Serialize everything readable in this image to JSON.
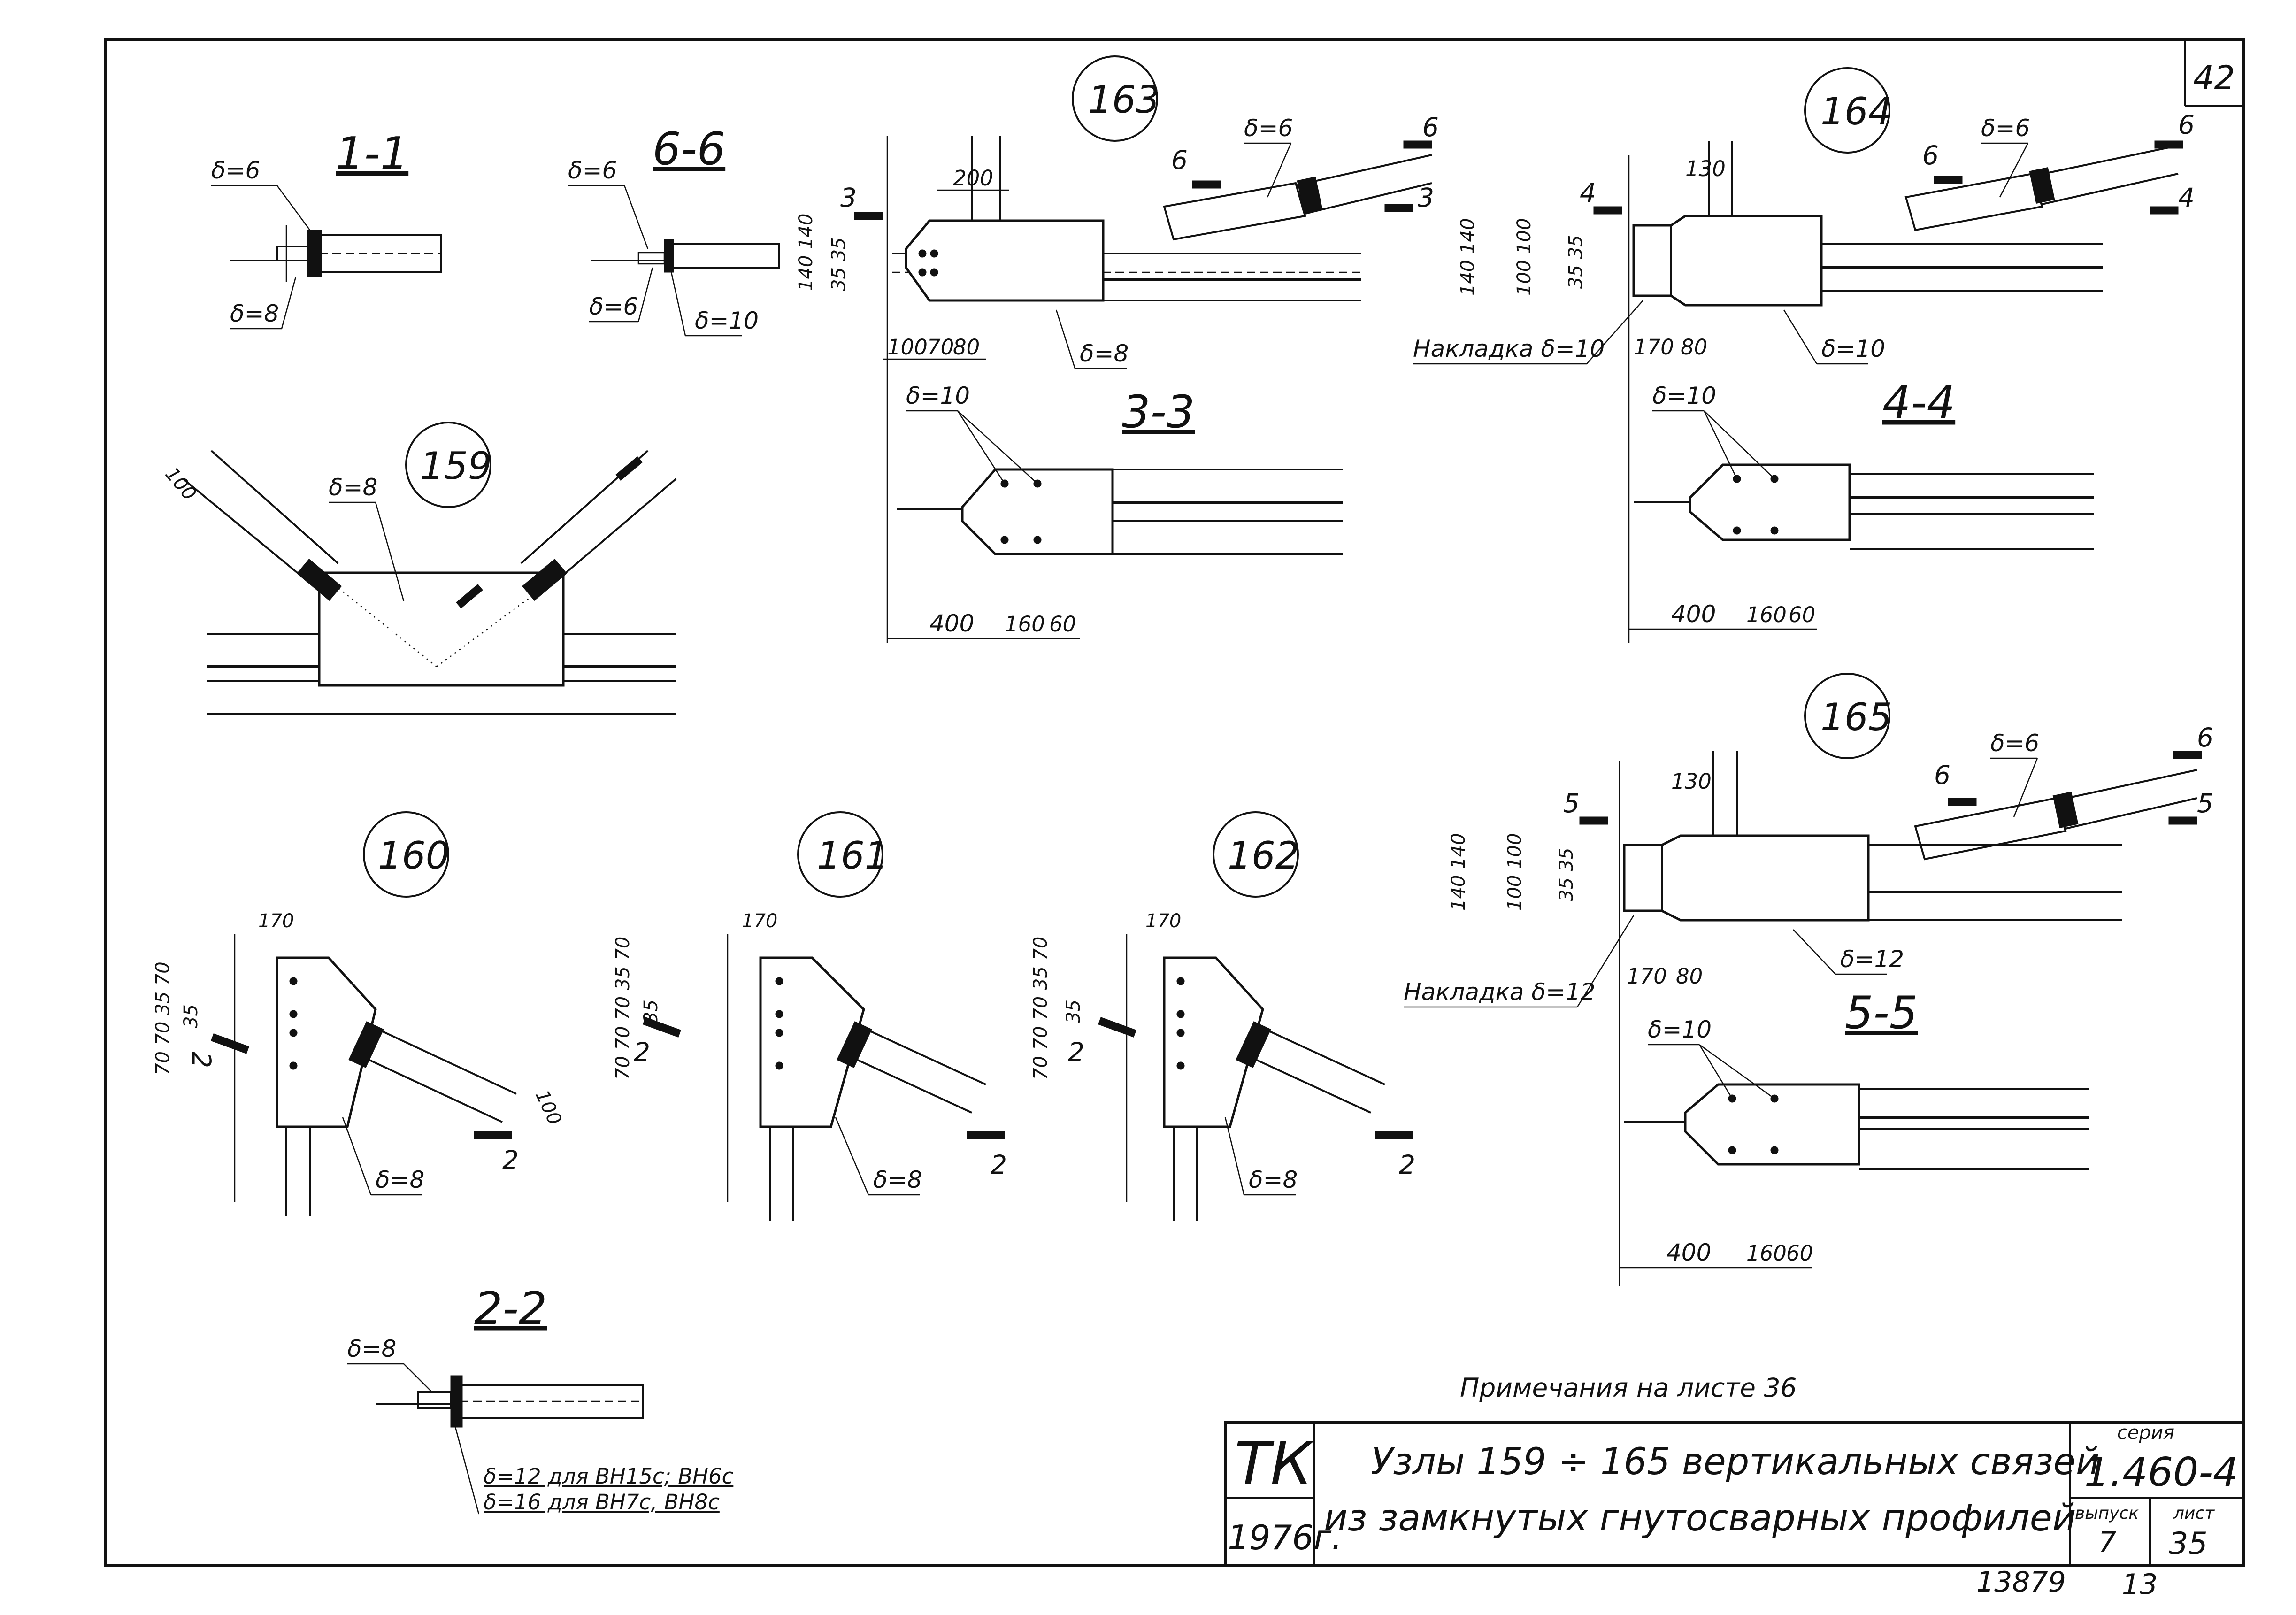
{
  "sheet_number": "42",
  "sections": {
    "s11": {
      "title": "1-1",
      "d_top": "δ=6",
      "d_bot": "δ=8"
    },
    "s66": {
      "title": "6-6",
      "d_top": "δ=6",
      "d_bot": "δ=6",
      "d_right": "δ=10"
    },
    "s33": {
      "title": "3-3",
      "d": "δ=10",
      "dims": [
        "400",
        "160",
        "60"
      ]
    },
    "s44": {
      "title": "4-4",
      "d": "δ=10",
      "dims": [
        "400",
        "160",
        "60"
      ]
    },
    "s55": {
      "title": "5-5",
      "d": "δ=10",
      "dims": [
        "400",
        "160",
        "60"
      ]
    },
    "s22": {
      "title": "2-2",
      "d_top": "δ=8",
      "note1": "δ=12 для ВН15с; ВН6с",
      "note2": "δ=16 для ВН7с, ВН8с"
    }
  },
  "nodes": {
    "n159": {
      "id": "159",
      "d": "δ=8",
      "dim": "100"
    },
    "n160": {
      "id": "160",
      "d": "δ=8",
      "top": "170",
      "vdims": "70 70 35 70",
      "vdim2": "35",
      "dim": "100",
      "cut": "2"
    },
    "n161": {
      "id": "161",
      "d": "δ=8",
      "top": "170",
      "vdims": "70 70 70 35 70",
      "vdim2": "35",
      "cut": "2"
    },
    "n162": {
      "id": "162",
      "d": "δ=8",
      "top": "170",
      "vdims": "70 70 70 35 70",
      "vdim2": "35",
      "cut": "2"
    },
    "n163": {
      "id": "163",
      "d_brace": "δ=6",
      "d_bot": "δ=8",
      "top": "200",
      "vdims": "140 140",
      "vdims2": "35 35",
      "bdims": [
        "100",
        "70",
        "80"
      ],
      "cut3": "3",
      "cut6": "6"
    },
    "n164": {
      "id": "164",
      "d_brace": "δ=6",
      "d_bot": "δ=10",
      "top": "130",
      "vdims": "140 140",
      "vdims2": "100 100",
      "vdims3": "35 35",
      "bdims": [
        "170",
        "80"
      ],
      "overlay": "Накладка δ=10",
      "cut4": "4",
      "cut6": "6"
    },
    "n165": {
      "id": "165",
      "d_brace": "δ=6",
      "d_bot": "δ=12",
      "top": "130",
      "vdims": "140 140",
      "vdims2": "100 100",
      "vdims3": "35 35",
      "bdims": [
        "170",
        "80"
      ],
      "overlay": "Накладка δ=12",
      "cut5": "5",
      "cut6": "6"
    }
  },
  "note": "Примечания на листе 36",
  "title_block": {
    "org": "ТК",
    "year": "1976г.",
    "title_line1": "Узлы 159 ÷ 165 вертикальных связей",
    "title_line2": "из замкнутых гнутосварных профилей",
    "series_label": "серия",
    "series_value": "1.460-4",
    "issue_label": "выпуск",
    "issue_value": "7",
    "sheet_label": "лист",
    "sheet_value": "35"
  },
  "footer": {
    "inv": "13879",
    "num": "13"
  }
}
